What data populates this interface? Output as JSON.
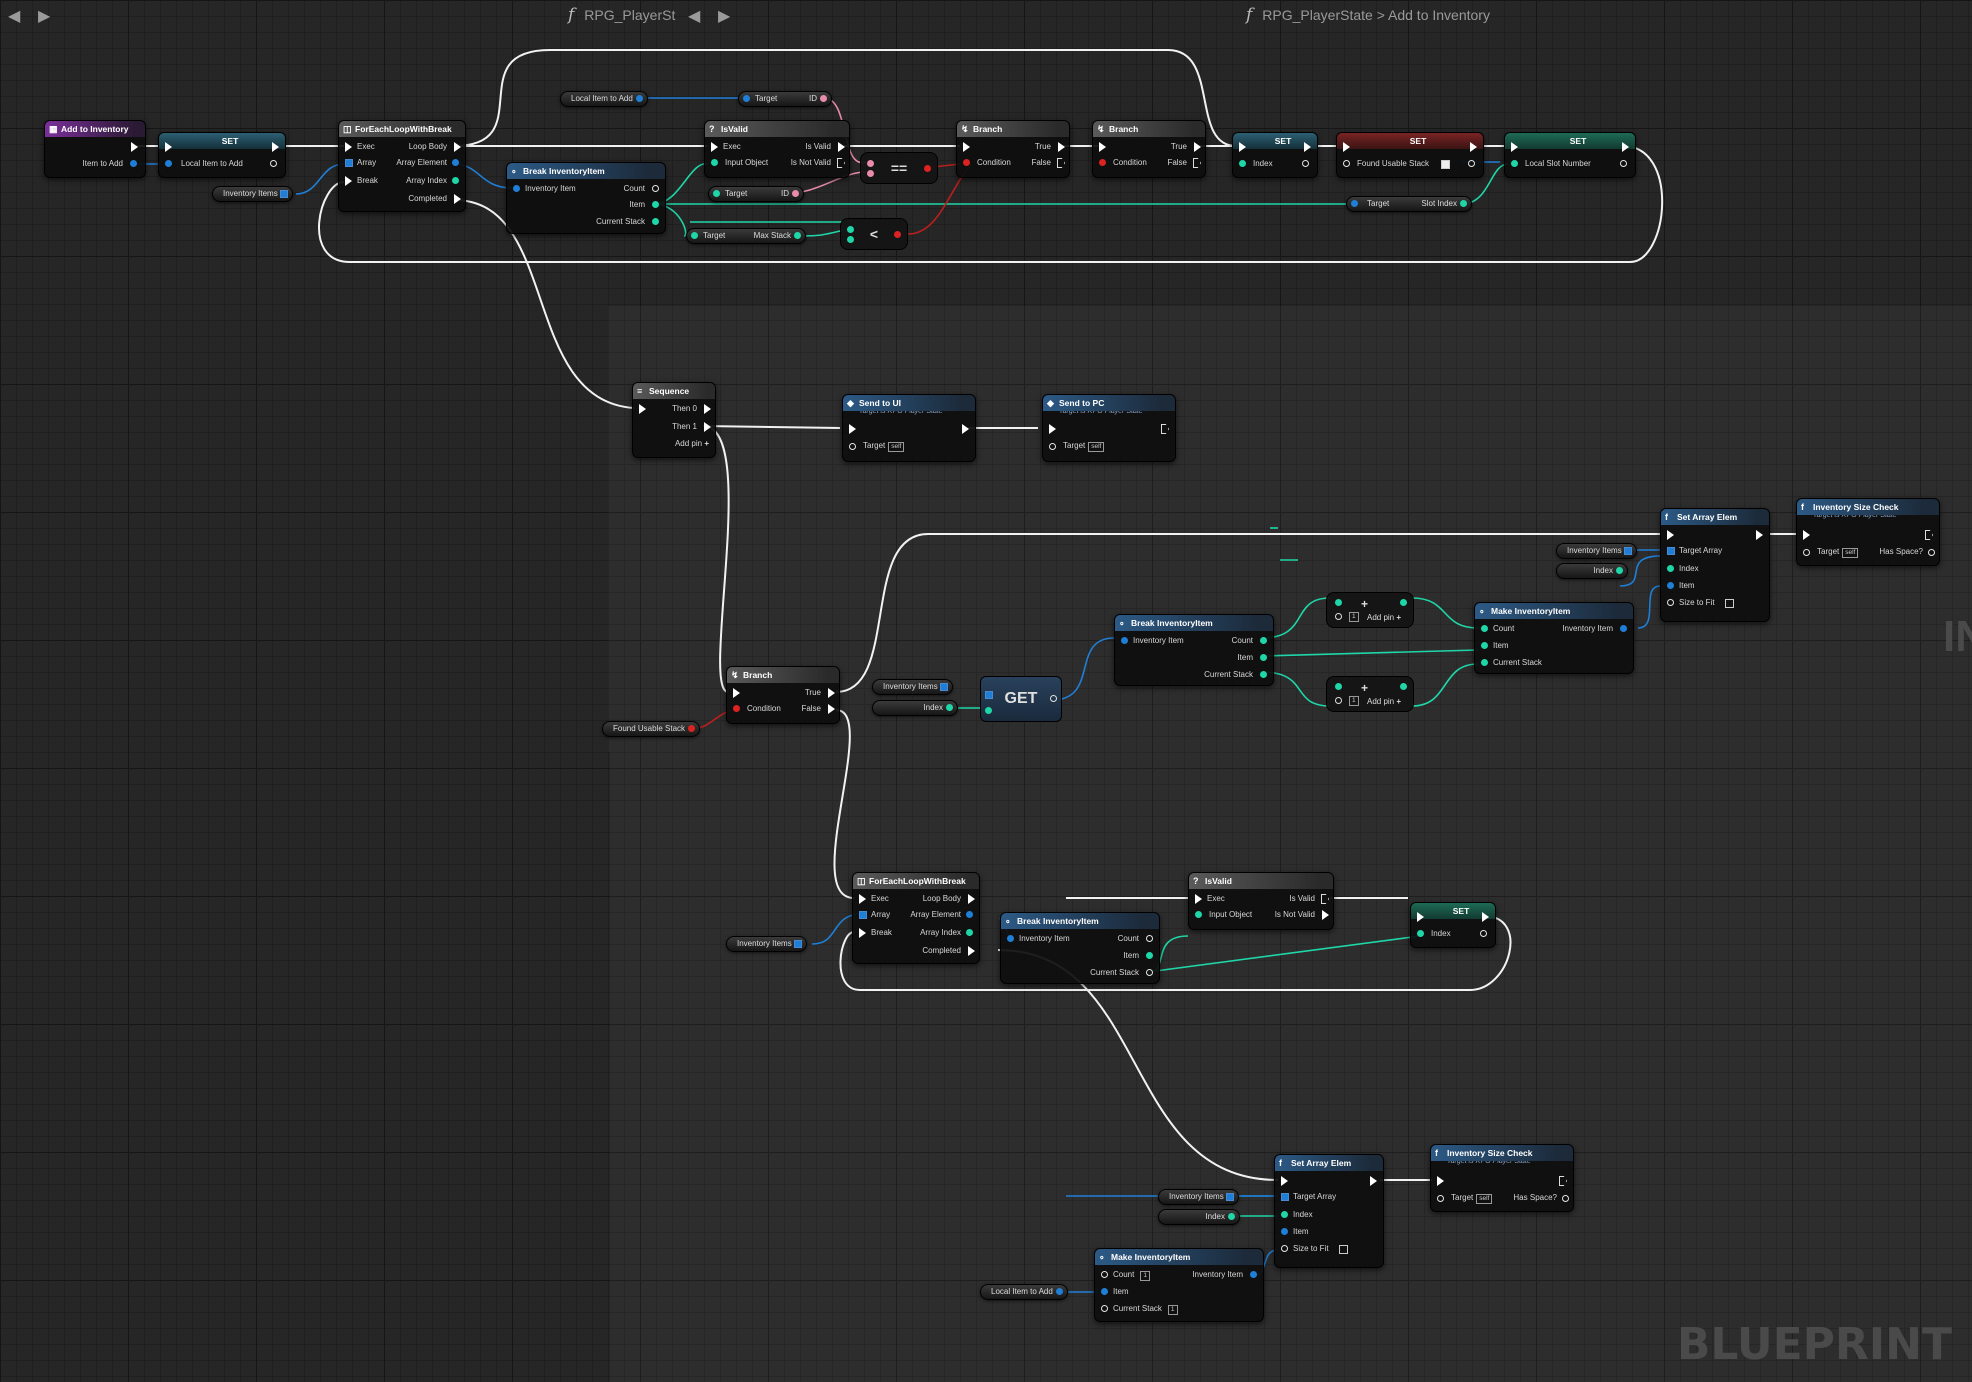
{
  "breadcrumb": {
    "left_function": "RPG_PlayerSt",
    "right_function": "RPG_PlayerState",
    "right_separator": ">",
    "right_graph": "Add to Inventory"
  },
  "watermark": "BLUEPRINT",
  "side_text": "IN",
  "colors": {
    "exec": "#ffffff",
    "struct": "#1f7fd6",
    "object": "#1fd6a8",
    "bool": "#d22222",
    "name": "#e98bab"
  },
  "nodes": {
    "add_to_inventory": {
      "title": "Add to Inventory",
      "item_to_add": "Item to Add"
    },
    "set1": {
      "title": "SET",
      "pin": "Local Item to Add"
    },
    "foreach1": {
      "title": "ForEachLoopWithBreak",
      "exec": "Exec",
      "array": "Array",
      "break": "Break",
      "loop_body": "Loop Body",
      "array_element": "Array Element",
      "array_index": "Array Index",
      "completed": "Completed"
    },
    "inv_items1": "Inventory Items",
    "break_inv1": {
      "title": "Break InventoryItem",
      "inventory_item": "Inventory Item",
      "count": "Count",
      "item": "Item",
      "current_stack": "Current Stack"
    },
    "local_item_var": "Local Item to Add",
    "target_id1": {
      "target": "Target",
      "id": "ID"
    },
    "isvalid1": {
      "title": "IsValid",
      "exec": "Exec",
      "input_object": "Input Object",
      "is_valid": "Is Valid",
      "is_not_valid": "Is Not Valid"
    },
    "target_id2": {
      "target": "Target",
      "id": "ID"
    },
    "target_max": {
      "target": "Target",
      "max_stack": "Max Stack"
    },
    "eq_op": "==",
    "lt_op": "<",
    "branch1": {
      "title": "Branch",
      "condition": "Condition",
      "true": "True",
      "false": "False"
    },
    "branch2": {
      "title": "Branch",
      "condition": "Condition",
      "true": "True",
      "false": "False"
    },
    "set_index": {
      "title": "SET",
      "pin": "Index"
    },
    "set_found": {
      "title": "SET",
      "pin": "Found Usable Stack"
    },
    "set_slot": {
      "title": "SET",
      "pin": "Local Slot Number"
    },
    "target_slot": {
      "target": "Target",
      "slot_index": "Slot Index"
    },
    "sequence": {
      "title": "Sequence",
      "then0": "Then 0",
      "then1": "Then 1",
      "add_pin": "Add pin"
    },
    "send_ui": {
      "title": "Send to UI",
      "sub": "Target is RPG Player State",
      "target": "Target",
      "self": "self"
    },
    "send_pc": {
      "title": "Send to PC",
      "sub": "Target is RPG Player State",
      "target": "Target",
      "self": "self"
    },
    "set_array_elem1": {
      "title": "Set Array Elem",
      "target_array": "Target Array",
      "index": "Index",
      "item": "Item",
      "size_to_fit": "Size to Fit"
    },
    "size_check1": {
      "title": "Inventory Size Check",
      "sub": "Target is RPG Player State",
      "target": "Target",
      "self": "self",
      "has_space": "Has Space?"
    },
    "inv_items2": "Inventory Items",
    "index_var1": "Index",
    "break_inv2": {
      "title": "Break InventoryItem",
      "inventory_item": "Inventory Item",
      "count": "Count",
      "item": "Item",
      "current_stack": "Current Stack"
    },
    "add1": {
      "one": "1",
      "add_pin": "Add pin"
    },
    "add2": {
      "one": "1",
      "add_pin": "Add pin"
    },
    "make_inv1": {
      "title": "Make InventoryItem",
      "count": "Count",
      "item": "Item",
      "current_stack": "Current Stack",
      "inventory_item": "Inventory Item"
    },
    "branch3": {
      "title": "Branch",
      "condition": "Condition",
      "true": "True",
      "false": "False"
    },
    "found_usable_var": "Found Usable Stack",
    "inv_items3": "Inventory Items",
    "index_var2": "Index",
    "get_node": "GET",
    "foreach2": {
      "title": "ForEachLoopWithBreak",
      "exec": "Exec",
      "array": "Array",
      "break": "Break",
      "loop_body": "Loop Body",
      "array_element": "Array Element",
      "array_index": "Array Index",
      "completed": "Completed"
    },
    "inv_items4": "Inventory Items",
    "break_inv3": {
      "title": "Break InventoryItem",
      "inventory_item": "Inventory Item",
      "count": "Count",
      "item": "Item",
      "current_stack": "Current Stack"
    },
    "isvalid2": {
      "title": "IsValid",
      "exec": "Exec",
      "input_object": "Input Object",
      "is_valid": "Is Valid",
      "is_not_valid": "Is Not Valid"
    },
    "set_index2": {
      "title": "SET",
      "pin": "Index"
    },
    "set_array_elem2": {
      "title": "Set Array Elem",
      "target_array": "Target Array",
      "index": "Index",
      "item": "Item",
      "size_to_fit": "Size to Fit"
    },
    "size_check2": {
      "title": "Inventory Size Check",
      "sub": "Target is RPG Player State",
      "target": "Target",
      "self": "self",
      "has_space": "Has Space?"
    },
    "inv_items5": "Inventory Items",
    "index_var3": "Index",
    "make_inv2": {
      "title": "Make InventoryItem",
      "count": "Count",
      "count_val": "1",
      "item": "Item",
      "current_stack": "Current Stack",
      "stack_val": "1",
      "inventory_item": "Inventory Item"
    },
    "local_item_var2": "Local Item to Add"
  }
}
